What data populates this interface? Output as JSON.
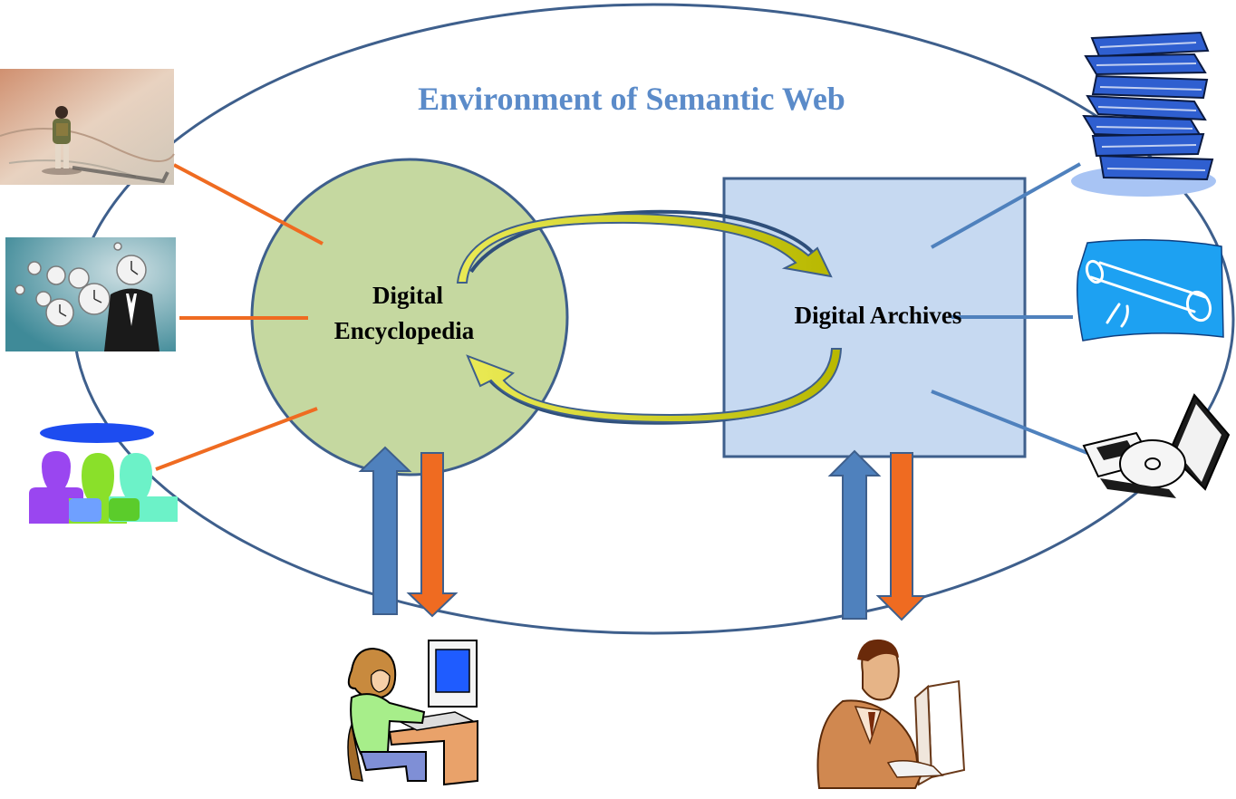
{
  "diagram": {
    "title": "Environment of Semantic Web",
    "nodes": {
      "encyclopedia": {
        "line1": "Digital",
        "line2": "Encyclopedia"
      },
      "archives": {
        "label": "Digital Archives"
      }
    },
    "icons": {
      "left": [
        "traveler-on-map-icon",
        "alarm-clocks-businessman-icon",
        "user-group-icon"
      ],
      "right": [
        "book-stack-icon",
        "diploma-scroll-icon",
        "floppy-cd-laptop-icon"
      ],
      "bottom": [
        "woman-at-computer-icon",
        "man-at-computer-icon"
      ]
    },
    "colors": {
      "title": "#5b8bc9",
      "outer_ellipse": "#3e5f8c",
      "encyclopedia_fill": "#c5d8a0",
      "archives_fill": "#c6d9f1",
      "node_border": "#3e5f8c",
      "orange": "#ef6b21",
      "blue": "#4f81bd",
      "cycle_arrow": "#d4d400"
    }
  }
}
